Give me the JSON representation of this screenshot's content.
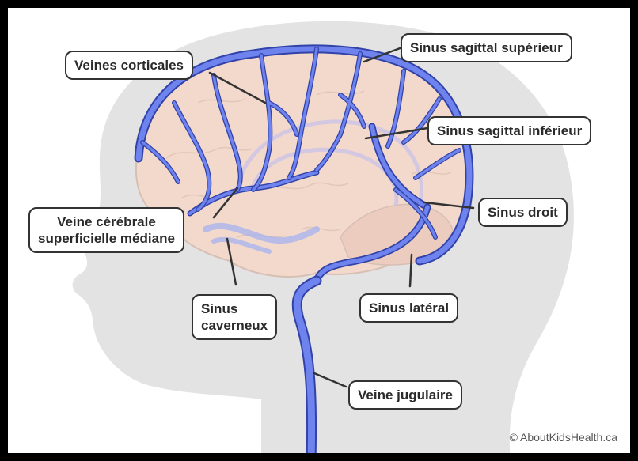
{
  "labels": {
    "veines_corticales": "Veines corticales",
    "sinus_sagittal_superieur": "Sinus sagittal supérieur",
    "sinus_sagittal_inferieur": "Sinus sagittal inférieur",
    "veine_cerebrale_line1": "Veine cérébrale",
    "veine_cerebrale_line2": "superficielle médiane",
    "sinus_droit": "Sinus droit",
    "sinus_caverneux_line1": "Sinus",
    "sinus_caverneux_line2": "caverneux",
    "sinus_lateral": "Sinus latéral",
    "veine_jugulaire": "Veine jugulaire"
  },
  "credit": "© AboutKidsHealth.ca",
  "colors": {
    "frame": "#000000",
    "silhouette": "#e3e3e3",
    "brain": "#f2d9cc",
    "vein": "#6f83ee",
    "vein_outline": "#3142a8",
    "leader": "#333333"
  }
}
